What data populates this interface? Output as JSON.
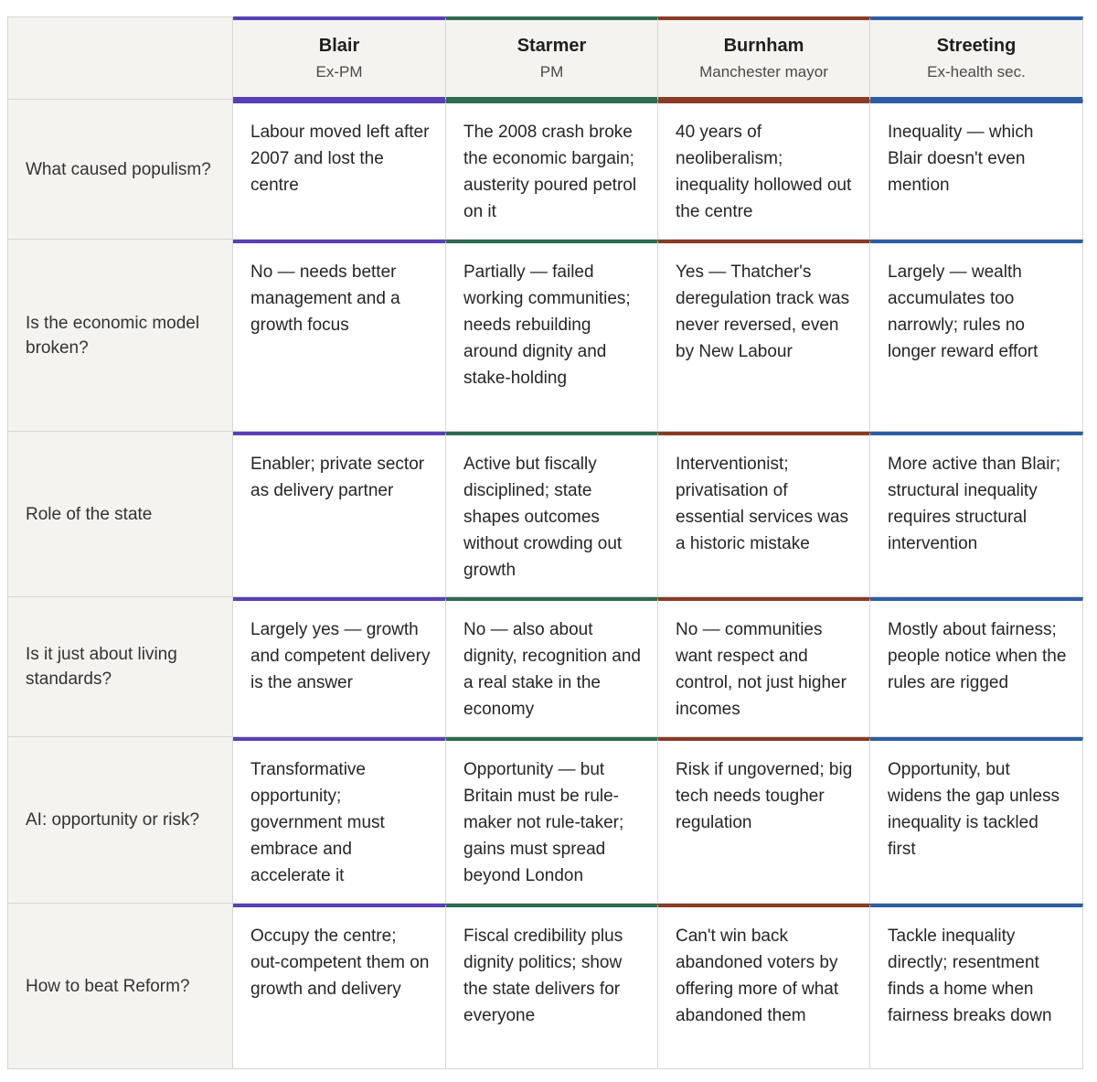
{
  "columns": [
    {
      "name": "Blair",
      "role": "Ex-PM",
      "accent": "#5b3fb5"
    },
    {
      "name": "Starmer",
      "role": "PM",
      "accent": "#2e6b4f"
    },
    {
      "name": "Burnham",
      "role": "Manchester mayor",
      "accent": "#8a3b24"
    },
    {
      "name": "Streeting",
      "role": "Ex-health sec.",
      "accent": "#2d5ea3"
    }
  ],
  "rows": [
    {
      "question": "What caused populism?",
      "answers": [
        "Labour moved left after 2007 and lost the centre",
        "The 2008 crash broke the economic bargain; austerity poured petrol on it",
        "40 years of neoliberalism; inequality hollowed out the centre",
        "Inequality — which Blair doesn't even mention"
      ]
    },
    {
      "question": "Is the economic model broken?",
      "answers": [
        "No — needs better management and a growth focus",
        "Partially — failed working communities; needs rebuilding around dignity and stake-holding",
        "Yes — Thatcher's deregulation track was never reversed, even by New Labour",
        "Largely — wealth accumulates too narrowly; rules no longer reward effort"
      ]
    },
    {
      "question": "Role of the state",
      "answers": [
        "Enabler; private sector as delivery partner",
        "Active but fiscally disciplined; state shapes outcomes without crowding out growth",
        "Interventionist; privatisation of essential services was a historic mistake",
        "More active than Blair; structural inequality requires structural intervention"
      ]
    },
    {
      "question": "Is it just about living standards?",
      "answers": [
        "Largely yes — growth and competent delivery is the answer",
        "No — also about dignity, recognition and a real stake in the economy",
        "No — communities want respect and control, not just higher incomes",
        "Mostly about fairness; people notice when the rules are rigged"
      ]
    },
    {
      "question": "AI: opportunity or risk?",
      "answers": [
        "Transformative opportunity; government must embrace and accelerate it",
        "Opportunity — but Britain must be rule-maker not rule-taker; gains must spread beyond London",
        "Risk if ungoverned; big tech needs tougher regulation",
        "Opportunity, but widens the gap unless inequality is tackled first"
      ]
    },
    {
      "question": "How to beat Reform?",
      "answers": [
        "Occupy the centre; out-competent them on growth and delivery",
        "Fiscal credibility plus dignity politics; show the state delivers for everyone",
        "Can't win back abandoned voters by offering more of what abandoned them",
        "Tackle inequality directly; resentment finds a home when fairness breaks down"
      ]
    }
  ]
}
